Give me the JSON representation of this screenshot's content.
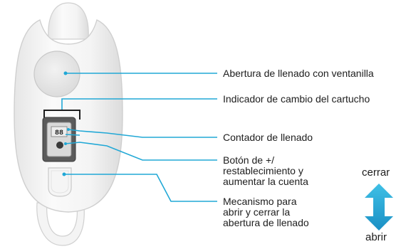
{
  "labels": {
    "fill_opening": "Abertura de llenado con ventanilla",
    "cartridge_indicator": "Indicador de cambio del cartucho",
    "fill_counter": "Contador de llenado",
    "reset_button": "Botón de +/\nrestablecimiento y\naumentar la cuenta",
    "lid_mechanism": "Mecanismo para\nabrir y cerrar la\nabertura de llenado"
  },
  "arrow": {
    "close_label": "cerrar",
    "open_label": "abrir"
  },
  "display": {
    "counter_digits": "88"
  },
  "colors": {
    "leader_line": "#21a8d6",
    "arrow_top": "#3fc0e6",
    "arrow_bottom": "#1a8fc4",
    "body_fill": "#f7f7f7",
    "body_outline": "#d4d4d4",
    "text": "#1d1d1d"
  }
}
